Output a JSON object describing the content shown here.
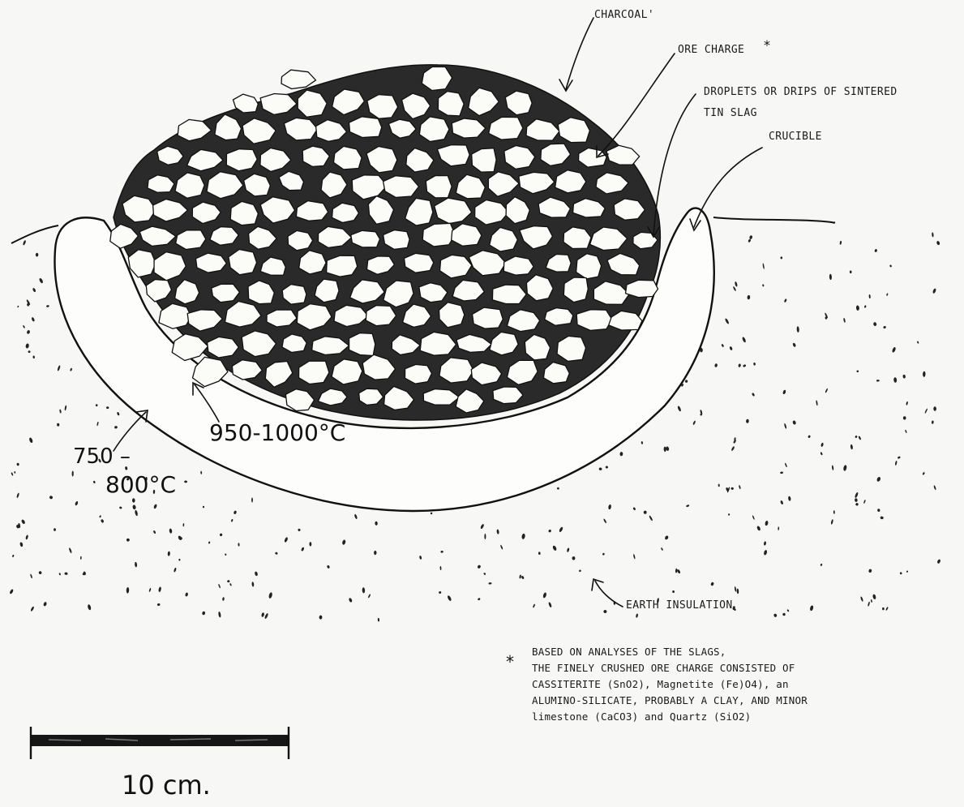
{
  "labels": {
    "charcoal": "CHARCOAL'",
    "ore_charge": "ORE CHARGE",
    "droplets_line1": "DROPLETS OR DRIPS OF SINTERED",
    "droplets_line2": "TIN SLAG",
    "crucible": "CRUCIBLE",
    "earth_insulation": "EARTH INSULATION"
  },
  "temperatures": {
    "inner": "950-1000°C",
    "outer_top": "750 –",
    "outer_bottom": "800°C"
  },
  "footnote": {
    "marker": "*",
    "lines": [
      "BASED ON ANALYSES OF THE SLAGS,",
      "THE FINELY CRUSHED ORE CHARGE CONSISTED OF",
      "CASSITERITE (SnO2), Magnetite (Fe)O4), an",
      "ALUMINO-SILICATE, PROBABLY A CLAY, AND MINOR",
      "limestone (CaCO3) and Quartz (SiO2)"
    ]
  },
  "scale_bar": {
    "label": "10 cm."
  },
  "colors": {
    "paper": "#f7f7f5",
    "ink": "#111111"
  }
}
